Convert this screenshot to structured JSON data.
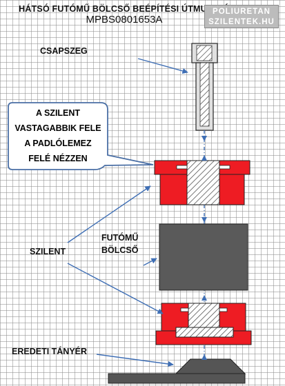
{
  "header": {
    "title": "HÁTSÓ FUTÓMŰ BÖLCSŐ BEÉPÍTÉSI ÚTMUTATÓ",
    "part_number": "MPBS0801653A"
  },
  "watermark": {
    "line1": "POLIURETAN",
    "line2": "SZILENTEK.HU"
  },
  "labels": {
    "csapszeg": "CSAPSZEG",
    "callout": [
      "A SZILENT",
      "VASTAGABBIK FELE",
      "A PADLÓLEMEZ",
      "FELÉ NÉZZEN"
    ],
    "futomu_line1": "FUTÓMŰ",
    "futomu_line2": "BÖLCSŐ",
    "szilent": "SZILENT",
    "eredeti": "EREDETI TÁNYÉR"
  },
  "colors": {
    "bushing_red": "#ee1c23",
    "bolt_fill": "#e0e0e0",
    "subframe_fill": "#5a5a5a",
    "plate_fill": "#555555",
    "arrow_blue": "#3f6fb5",
    "callout_border": "#4a6fa5",
    "watermark_bg": "#bcbcbc"
  }
}
